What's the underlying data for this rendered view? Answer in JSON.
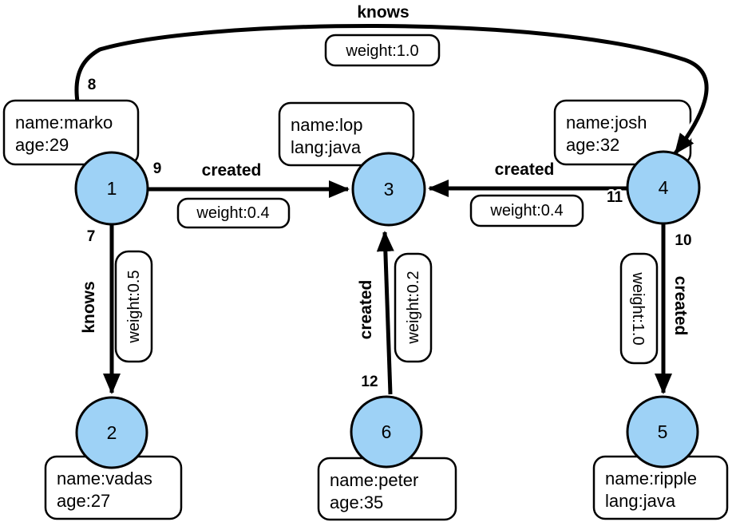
{
  "colors": {
    "node_fill": "#9ed2f6",
    "node_stroke": "#000000",
    "edge_color": "#000000",
    "box_fill": "#ffffff"
  },
  "nodes": [
    {
      "id": "1",
      "properties": [
        "name:marko",
        "age:29"
      ]
    },
    {
      "id": "2",
      "properties": [
        "name:vadas",
        "age:27"
      ]
    },
    {
      "id": "3",
      "properties": [
        "name:lop",
        "lang:java"
      ]
    },
    {
      "id": "4",
      "properties": [
        "name:josh",
        "age:32"
      ]
    },
    {
      "id": "5",
      "properties": [
        "name:ripple",
        "lang:java"
      ]
    },
    {
      "id": "6",
      "properties": [
        "name:peter",
        "age:35"
      ]
    }
  ],
  "edges": [
    {
      "id": "7",
      "label": "knows",
      "weight": "weight:0.5",
      "from": "1",
      "to": "2"
    },
    {
      "id": "8",
      "label": "knows",
      "weight": "weight:1.0",
      "from": "1",
      "to": "4"
    },
    {
      "id": "9",
      "label": "created",
      "weight": "weight:0.4",
      "from": "1",
      "to": "3"
    },
    {
      "id": "10",
      "label": "created",
      "weight": "weight:1.0",
      "from": "4",
      "to": "5"
    },
    {
      "id": "11",
      "label": "created",
      "weight": "weight:0.4",
      "from": "4",
      "to": "3"
    },
    {
      "id": "12",
      "label": "created",
      "weight": "weight:0.2",
      "from": "6",
      "to": "3"
    }
  ]
}
